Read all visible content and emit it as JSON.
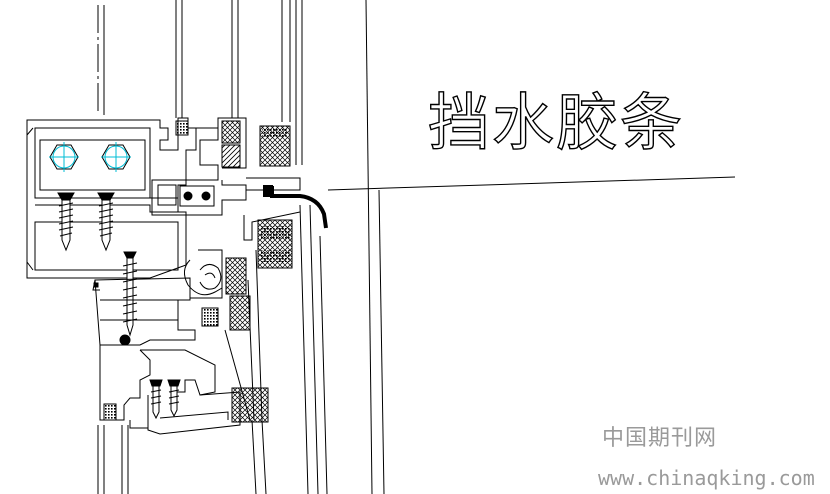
{
  "drawing": {
    "callout_label": "挡水胶条",
    "watermark_cn": "中国期刊网",
    "watermark_url": "www.chinaqking.com",
    "line_color": "#000000",
    "center_mark_color": "#00bcd4",
    "watermark_color": "#9a9a9a"
  }
}
